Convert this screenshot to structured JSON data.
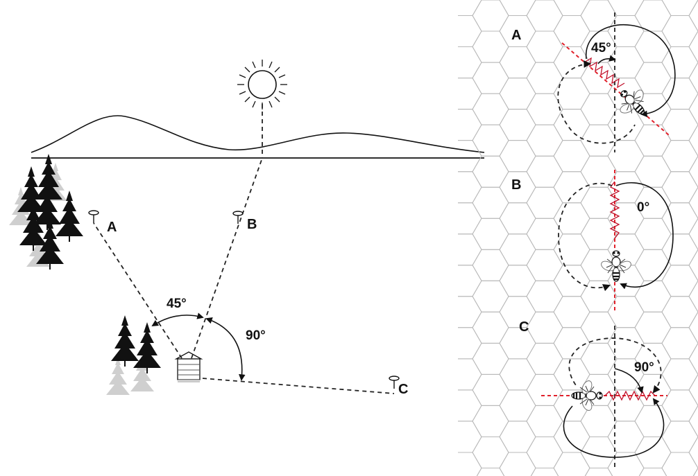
{
  "scene": {
    "feeder_labels": [
      "A",
      "B",
      "C"
    ],
    "angle_45": "45°",
    "angle_90": "90°"
  },
  "dances": {
    "panel_labels": [
      "A",
      "B",
      "C"
    ],
    "angles": [
      "45°",
      "0°",
      "90°"
    ]
  },
  "colors": {
    "axis_red": "#e0202a",
    "comb_gray": "#b8b8b8",
    "ink": "#111111"
  }
}
